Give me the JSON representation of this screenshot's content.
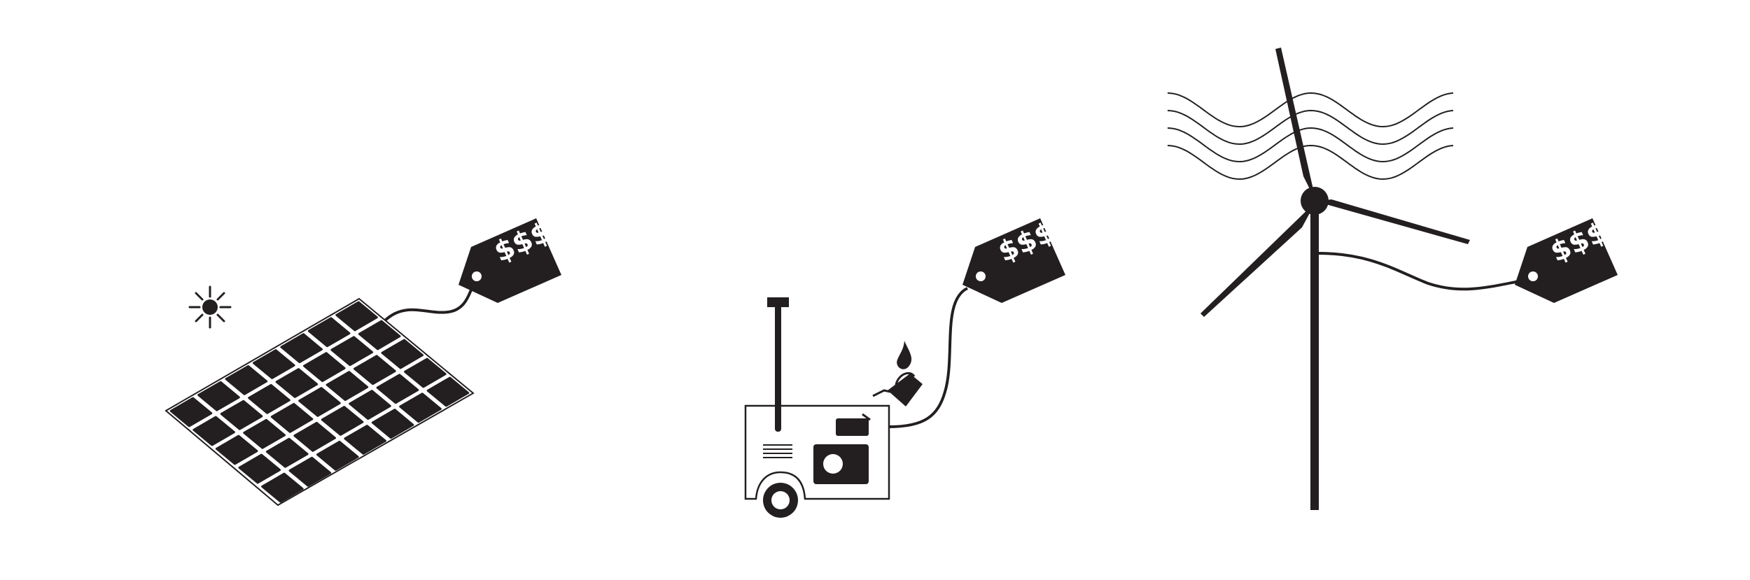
{
  "colors": {
    "ink": "#231f20",
    "paper": "#ffffff"
  },
  "illustrations": [
    {
      "name": "solar-panel",
      "icons": [
        "sun-icon",
        "solar-panel-icon",
        "price-tag-icon"
      ],
      "price_tag": {
        "label": "$$$"
      }
    },
    {
      "name": "portable-generator",
      "icons": [
        "generator-icon",
        "fuel-can-icon",
        "fuel-drop-icon",
        "price-tag-icon"
      ],
      "price_tag": {
        "label": "$$$"
      }
    },
    {
      "name": "wind-turbine",
      "icons": [
        "wind-waves-icon",
        "wind-turbine-icon",
        "price-tag-icon"
      ],
      "price_tag": {
        "label": "$$$"
      }
    }
  ]
}
